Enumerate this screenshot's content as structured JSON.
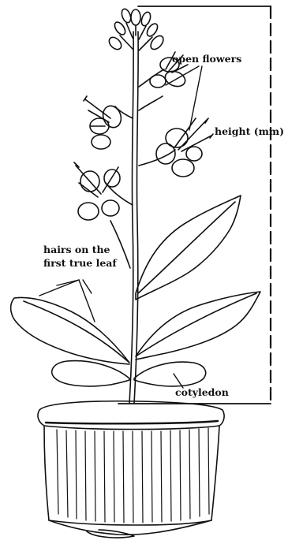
{
  "labels": {
    "open_flowers": "open flowers",
    "height": "height (mm)",
    "hairs_line1": "hairs on the",
    "hairs_line2": "first true leaf",
    "cotyledon": "cotyledon"
  },
  "colors": {
    "ink": "#111111",
    "background": "#ffffff"
  }
}
